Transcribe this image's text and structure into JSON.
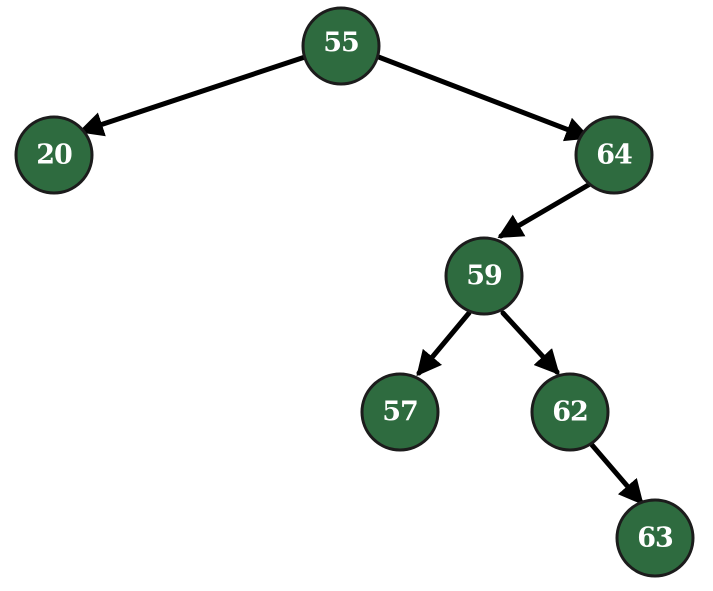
{
  "diagram": {
    "type": "binary-search-tree",
    "colors": {
      "node_fill": "#2e6b3f",
      "node_stroke": "#1c1c1c",
      "node_text": "#ffffff",
      "edge": "#000000",
      "background": "#ffffff"
    },
    "nodes": {
      "root": {
        "label": "55"
      },
      "n20": {
        "label": "20"
      },
      "n64": {
        "label": "64"
      },
      "n59": {
        "label": "59"
      },
      "n57": {
        "label": "57"
      },
      "n62": {
        "label": "62"
      },
      "n63": {
        "label": "63"
      }
    },
    "edges": [
      {
        "from": "55",
        "to": "20",
        "directed": true
      },
      {
        "from": "55",
        "to": "64",
        "directed": true
      },
      {
        "from": "64",
        "to": "59",
        "directed": true
      },
      {
        "from": "59",
        "to": "57",
        "directed": true
      },
      {
        "from": "59",
        "to": "62",
        "directed": true
      },
      {
        "from": "62",
        "to": "63",
        "directed": true
      }
    ]
  }
}
